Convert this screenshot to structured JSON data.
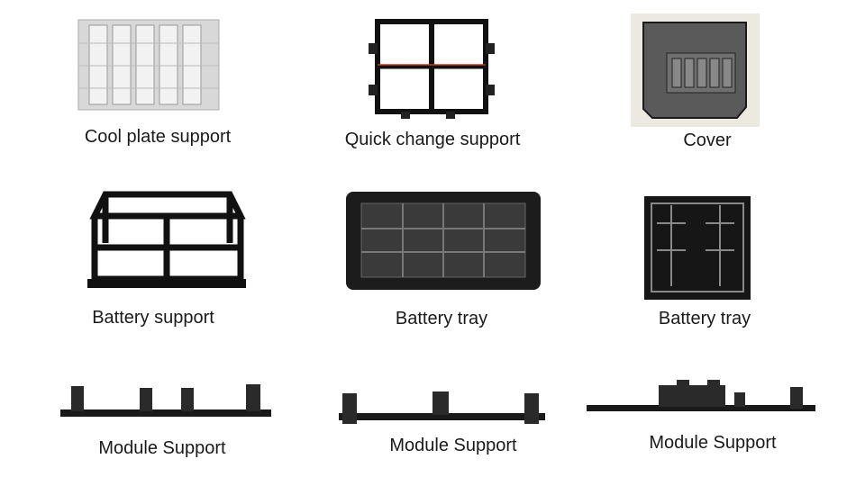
{
  "products": [
    {
      "label": "Cool plate support"
    },
    {
      "label": "Quick change support"
    },
    {
      "label": "Cover"
    },
    {
      "label": "Battery support"
    },
    {
      "label": "Battery tray"
    },
    {
      "label": "Battery tray"
    },
    {
      "label": "Module Support"
    },
    {
      "label": "Module Support"
    },
    {
      "label": "Module Support"
    }
  ]
}
